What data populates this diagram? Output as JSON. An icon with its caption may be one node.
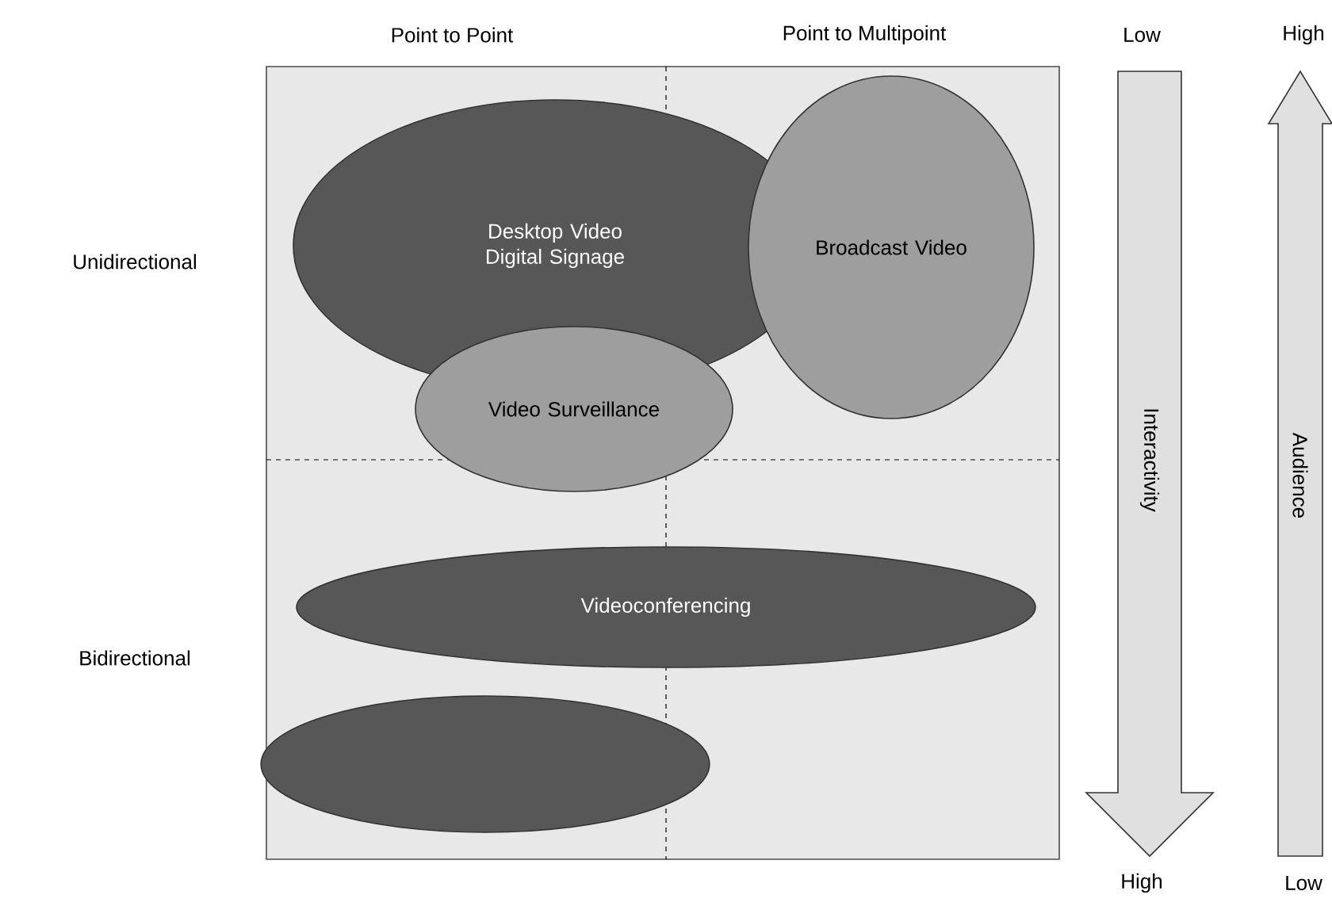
{
  "diagram": {
    "nodes": [
      {
        "text": [
          "Desktop Video Digital Signage"
        ]
      },
      {
        "text": [
          "Broadcast Video"
        ]
      },
      {
        "text": [
          "Video Surveillance"
        ]
      },
      {
        "text": [
          "Videoconferencing"
        ]
      },
      {
        "text": [],
        "shape": "ellipse"
      }
    ],
    "labels": [
      "Point to Point",
      "Point to Multipoint",
      "Low",
      "High",
      "Unidirectional",
      "Interactivity",
      "Audience",
      "Bidirectional",
      "High",
      "Low"
    ]
  }
}
